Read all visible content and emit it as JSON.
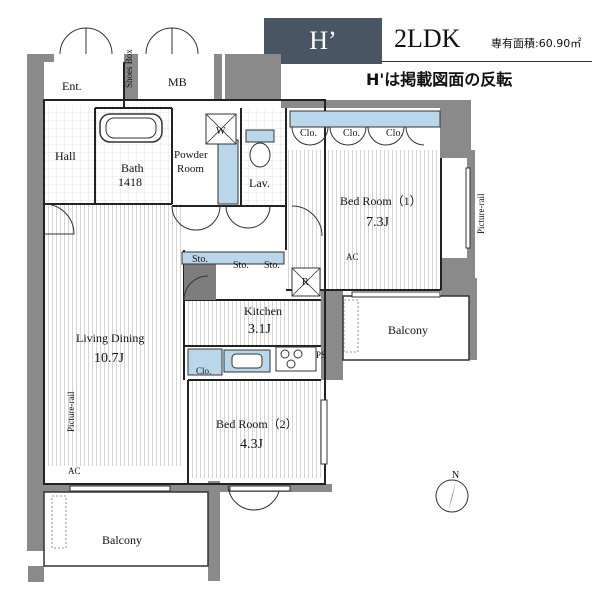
{
  "header": {
    "unit_type": "H’",
    "layout_type": "2LDK",
    "area_text": "専有面積:60.90㎡",
    "note": "H'は掲載図面の反転"
  },
  "rooms": {
    "ent": "Ent.",
    "shoes_box": "Shoes Box",
    "mb": "MB",
    "hall": "Hall",
    "bath": "Bath",
    "bath_size": "1418",
    "powder_room_1": "Powder",
    "powder_room_2": "Room",
    "w": "W",
    "lav": "Lav.",
    "bedroom1": "Bed Room（1）",
    "bedroom1_size": "7.3J",
    "clo1": "Clo.",
    "clo2": "Clo.",
    "clo3": "Clo.",
    "picture_rail_right": "Picture-rail",
    "ac_right": "AC",
    "sto1": "Sto.",
    "sto2": "Sto.",
    "sto3": "Sto.",
    "r": "R",
    "kitchen": "Kitchen",
    "kitchen_size": "3.1J",
    "living_dining": "Living Dining",
    "living_size": "10.7J",
    "picture_rail_left": "Picture-rail",
    "clo_kitchen": "Clo.",
    "ps": "PS",
    "bedroom2": "Bed Room（2）",
    "bedroom2_size": "4.3J",
    "ac_left": "AC",
    "balcony_right": "Balcony",
    "balcony_bottom": "Balcony",
    "north": "N"
  },
  "colors": {
    "header_bg": "#4a5563",
    "wall": "#8a8a8a",
    "fixture_blue": "#b9d6ea",
    "storage_grey": "#7d7d7d"
  }
}
